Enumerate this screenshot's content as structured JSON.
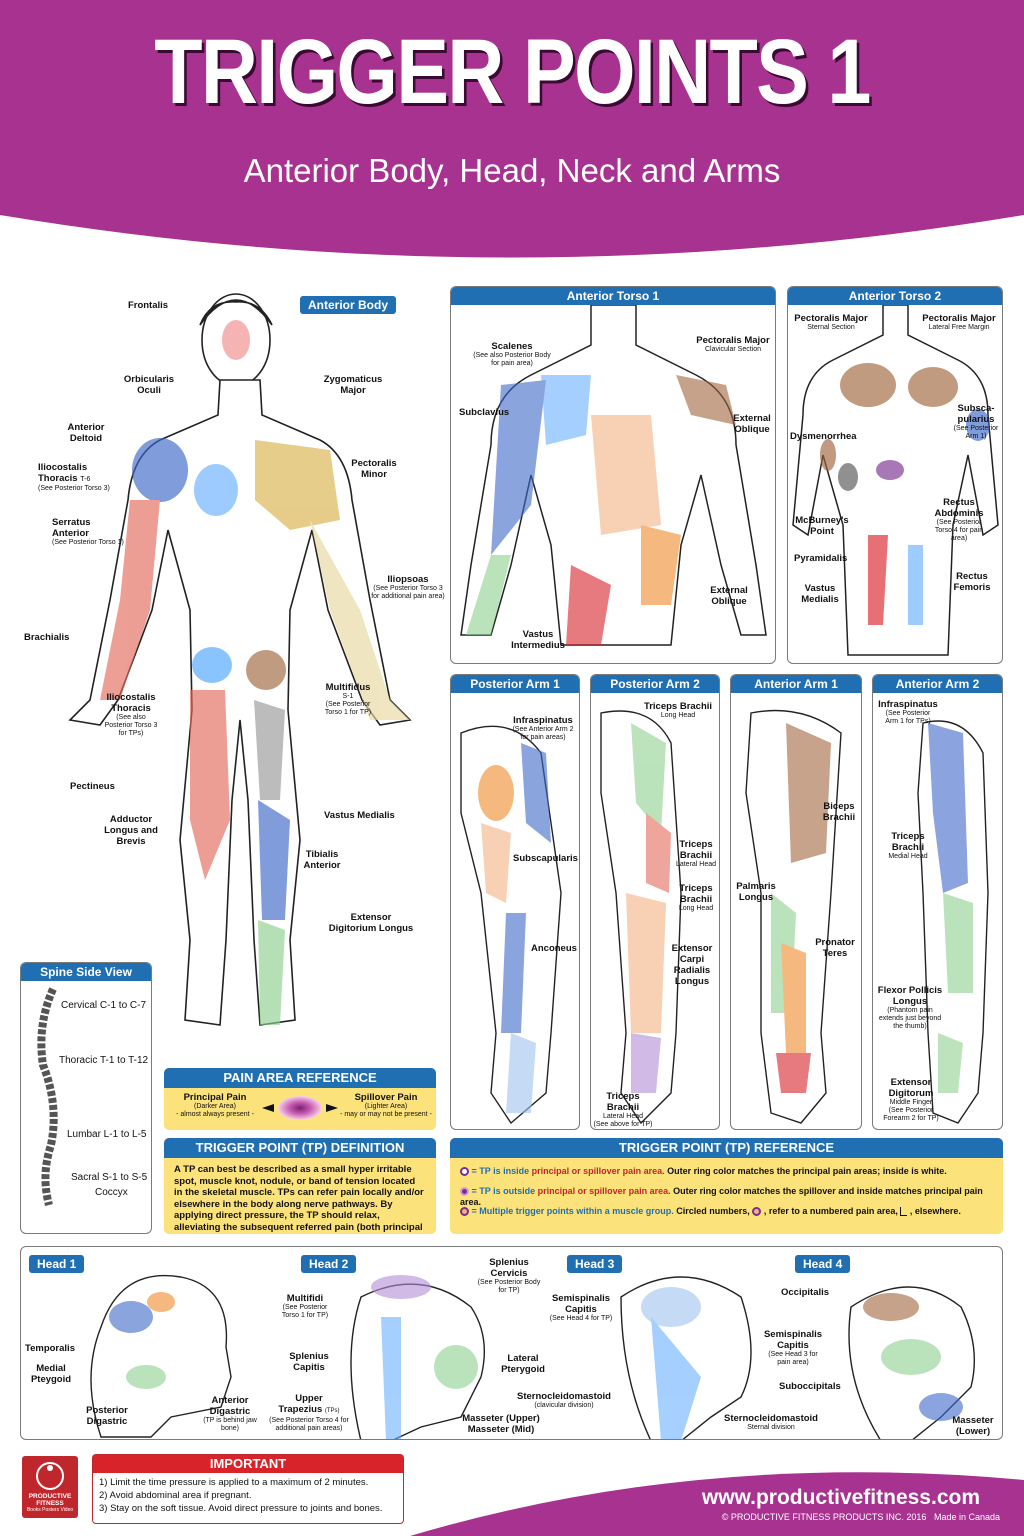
{
  "colors": {
    "magenta": "#a8328f",
    "blue": "#1f6fb2",
    "yellow": "#fbe27a",
    "red": "#d8232a"
  },
  "header": {
    "title": "TRIGGER POINTS 1",
    "subtitle": "Anterior Body, Head, Neck and Arms"
  },
  "anterior_body": {
    "tag": "Anterior Body",
    "labels": {
      "frontalis": "Frontalis",
      "orbicularis": "Orbicularis\nOculi",
      "zygomaticus": "Zygomaticus\nMajor",
      "ant_deltoid": "Anterior\nDeltoid",
      "iliocostalis1": "Iliocostalis\nThoracis",
      "iliocostalis1_note": "(See Posterior Torso 3)",
      "iliocostalis1_sub": "T-6",
      "serratus": "Serratus\nAnterior",
      "serratus_note": "(See Posterior Torso 1)",
      "pect_minor": "Pectoralis\nMinor",
      "iliopsoas": "Iliopsoas",
      "iliopsoas_note": "(See Posterior Torso 3\nfor additional pain area)",
      "brachialis": "Brachialis",
      "iliocostalis2": "Iliocostalis\nThoracis",
      "iliocostalis2_note": "(See also\nPosterior Torso 3\nfor TPs)",
      "multifidus": "Multifidus",
      "multifidus_sub": "S-1",
      "multifidus_note": "(See Posterior\nTorso 1 for TP)",
      "pectineus": "Pectineus",
      "adductor": "Adductor\nLongus and\nBrevis",
      "vastus": "Vastus Medialis",
      "tibialis": "Tibialis\nAnterior",
      "extensor": "Extensor\nDigitorium Longus"
    }
  },
  "torso1": {
    "title": "Anterior Torso 1",
    "labels": {
      "scalenes": "Scalenes",
      "scalenes_note": "(See also Posterior Body\nfor pain area)",
      "pect_major": "Pectoralis Major",
      "pect_major_note": "Clavicular Section",
      "subclavius": "Subclavius",
      "ext_oblique1": "External\nOblique",
      "ext_oblique2": "External\nOblique",
      "vastus_int": "Vastus\nIntermedius"
    }
  },
  "torso2": {
    "title": "Anterior Torso 2",
    "labels": {
      "pm_sternal": "Pectoralis Major",
      "pm_sternal_note": "Sternal Section",
      "pm_lateral": "Pectoralis Major",
      "pm_lateral_note": "Lateral Free Margin",
      "subscap": "Subsca-\npularius",
      "subscap_note": "(See Posterior\nArm 1)",
      "dysmenorrhea": "Dysmenorrhea",
      "rectus_abd": "Rectus\nAbdominis",
      "rectus_abd_note": "(See Posterior\nTorso 4 for pain\narea)",
      "mcburney": "McBurney's\nPoint",
      "pyramidalis": "Pyramidalis",
      "vastus_med": "Vastus\nMedialis",
      "rectus_fem": "Rectus\nFemoris"
    }
  },
  "post_arm1": {
    "title": "Posterior Arm 1",
    "labels": {
      "infraspinatus": "Infraspinatus",
      "infraspinatus_note": "(See Anterior Arm 2\nfor pain areas)",
      "subscapularis": "Subscapularis",
      "anconeus": "Anconeus"
    }
  },
  "post_arm2": {
    "title": "Posterior Arm 2",
    "labels": {
      "triceps_long": "Triceps Brachii",
      "triceps_long_note": "Long Head",
      "triceps_lat": "Triceps\nBrachii",
      "triceps_lat_note": "Lateral Head",
      "triceps_long2": "Triceps\nBrachii",
      "triceps_long2_note": "Long Head",
      "ext_carpi": "Extensor\nCarpi\nRadialis\nLongus",
      "triceps_bottom": "Triceps\nBrachii",
      "triceps_bottom_note": "Lateral Head\n(See above for TP)"
    }
  },
  "ant_arm1": {
    "title": "Anterior Arm 1",
    "labels": {
      "biceps": "Biceps\nBrachii",
      "palmaris": "Palmaris\nLongus",
      "pronator": "Pronator\nTeres"
    }
  },
  "ant_arm2": {
    "title": "Anterior Arm 2",
    "labels": {
      "infraspinatus": "Infraspinatus",
      "infraspinatus_note": "(See Posterior\nArm 1 for TPs)",
      "triceps": "Triceps\nBrachii",
      "triceps_note": "Medial Head",
      "flexor": "Flexor Pollicis\nLongus",
      "flexor_note": "(Phantom pain\nextends just beyond\nthe thumb)",
      "extensor": "Extensor\nDigitorum",
      "extensor_note": "Middle Finger\n(See Posterior\nForearm 2 for TP)"
    }
  },
  "spine": {
    "title": "Spine Side View",
    "items": [
      "Cervical C-1 to C-7",
      "Thoracic T-1 to T-12",
      "Lumbar L-1 to L-5",
      "Sacral S-1 to S-5",
      "Coccyx"
    ]
  },
  "pain_ref": {
    "title": "PAIN AREA REFERENCE",
    "principal": "Principal Pain",
    "principal_sub": "(Darker Area)",
    "principal_note": "- almost always present -",
    "spillover": "Spillover Pain",
    "spillover_sub": "(Lighter Area)",
    "spillover_note": "- may or may not be present -"
  },
  "tp_def": {
    "title": "TRIGGER POINT (TP) DEFINITION",
    "text": "A TP can best be described as a small hyper irritable spot, muscle knot, nodule, or band of tension located in the skeletal muscle. TPs can refer pain locally and/or elsewhere in the body along nerve pathways. By applying direct pressure, the TP should relax, alleviating the subsequent referred pain (both principal and spillover)."
  },
  "tp_ref": {
    "title": "TRIGGER POINT (TP) REFERENCE",
    "row1_a": "= TP is inside ",
    "row1_b": "principal or spillover pain area.",
    "row1_c": " Outer ring color matches the principal pain areas; inside is white.",
    "row2_a": "= TP is outside ",
    "row2_b": "principal or spillover pain area.",
    "row2_c": " Outer ring color matches the spillover and inside matches principal pain area.",
    "row3_a": "= Multiple trigger points within a muscle group.",
    "row3_b": " Circled numbers, ",
    "row3_c": ", refer to a numbered pain area, ",
    "row3_d": ", elsewhere."
  },
  "heads": {
    "head1": {
      "title": "Head 1",
      "temporalis": "Temporalis",
      "medial": "Medial\nPteygoid",
      "posterior": "Posterior\nDigastric",
      "anterior": "Anterior\nDigastric",
      "anterior_note": "(TP is behind jaw\nbone)"
    },
    "head2": {
      "title": "Head 2",
      "multifidi": "Multifidi",
      "multifidi_note": "(See Posterior\nTorso 1 for TP)",
      "splenius_cap": "Splenius\nCapitis",
      "upper_trap": "Upper\nTrapezius",
      "upper_trap_sub": "(TPs)",
      "upper_trap_note": "(See Posterior Torso 4 for\nadditional pain areas)",
      "splenius_cerv": "Splenius\nCervicis",
      "splenius_cerv_note": "(See Posterior Body\nfor TP)",
      "lateral": "Lateral\nPterygoid",
      "masseter": "Masseter (Upper)\nMasseter (Mid)"
    },
    "head3": {
      "title": "Head 3",
      "semispinalis": "Semispinalis\nCapitis",
      "semispinalis_note": "(See Head 4 for TP)",
      "scm1": "Sternocleidomastoid",
      "scm1_note": "(clavicular division)",
      "scm2": "Sternocleidomastoid",
      "scm2_note": "Sternal division"
    },
    "head4": {
      "title": "Head 4",
      "occipitalis": "Occipitalis",
      "semispinalis": "Semispinalis\nCapitis",
      "semispinalis_note": "(See Head 3 for\npain area)",
      "suboccipitals": "Suboccipitals",
      "masseter": "Masseter\n(Lower)"
    }
  },
  "important": {
    "title": "IMPORTANT",
    "items": [
      "1) Limit the time pressure is applied to a maximum of 2 minutes.",
      "2) Avoid abdominal area if pregnant.",
      "3) Stay on the soft tissue. Avoid direct pressure to joints and bones."
    ]
  },
  "logo": {
    "text": "PRODUCTIVE\nFITNESS",
    "sub": "Books Posters Video"
  },
  "footer": {
    "url": "www.productivefitness.com",
    "copyright": "© PRODUCTIVE FITNESS PRODUCTS INC. 2016",
    "made": "Made in Canada"
  }
}
